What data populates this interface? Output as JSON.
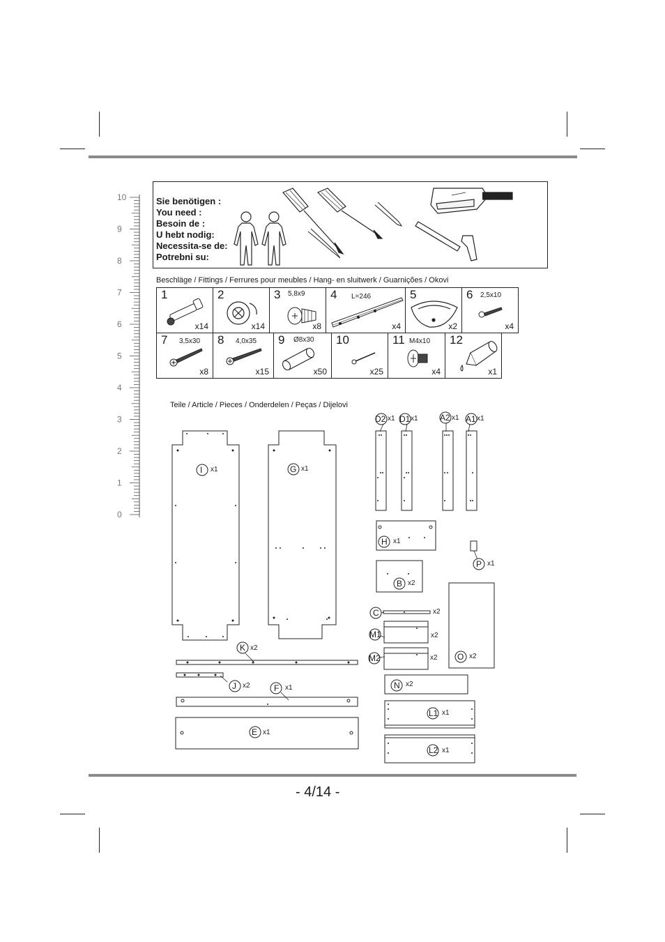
{
  "tools_heading": [
    "Sie benötigen :",
    "You need :",
    "Besoin de :",
    "U hebt nodig:",
    "Necessita-se de:",
    "Potrebni su:"
  ],
  "fittings_caption": "Beschläge / Fittings / Ferrures pour meubles / Hang- en sluitwerk / Guarnições / Okovi",
  "fittings": [
    {
      "num": "1",
      "spec": "",
      "qty": "x14",
      "icon": "cam-bolt-icon"
    },
    {
      "num": "2",
      "spec": "",
      "qty": "x14",
      "icon": "cam-lock-icon"
    },
    {
      "num": "3",
      "spec": "5,8x9",
      "qty": "x8",
      "icon": "euro-screw-icon"
    },
    {
      "num": "4",
      "spec": "L=246",
      "qty": "x4",
      "icon": "drawer-runner-icon"
    },
    {
      "num": "5",
      "spec": "",
      "qty": "x2",
      "icon": "cup-handle-icon"
    },
    {
      "num": "6",
      "spec": "2,5x10",
      "qty": "x4",
      "icon": "small-screw-icon"
    },
    {
      "num": "7",
      "spec": "3,5x30",
      "qty": "x8",
      "icon": "screw-icon"
    },
    {
      "num": "8",
      "spec": "4,0x35",
      "qty": "x15",
      "icon": "screw-icon"
    },
    {
      "num": "9",
      "spec": "Ø8x30",
      "qty": "x50",
      "icon": "wooden-dowel-icon"
    },
    {
      "num": "10",
      "spec": "",
      "qty": "x25",
      "icon": "nail-icon"
    },
    {
      "num": "11",
      "spec": "M4x10",
      "qty": "x4",
      "icon": "machine-screw-icon"
    },
    {
      "num": "12",
      "spec": "",
      "qty": "x1",
      "icon": "glue-bottle-icon"
    }
  ],
  "parts_caption": "Teile / Article / Pieces / Onderdelen / Peças / Dijelovi",
  "parts": {
    "I": {
      "label": "I",
      "qty": "x1"
    },
    "G": {
      "label": "G",
      "qty": "x1"
    },
    "D2": {
      "label": "D2",
      "qty": "x1"
    },
    "D1": {
      "label": "D1",
      "qty": "x1"
    },
    "A2": {
      "label": "A2",
      "qty": "x1"
    },
    "A1": {
      "label": "A1",
      "qty": "x1"
    },
    "H": {
      "label": "H",
      "qty": "x1"
    },
    "P": {
      "label": "P",
      "qty": "x1"
    },
    "B": {
      "label": "B",
      "qty": "x2"
    },
    "C": {
      "label": "C",
      "qty": "x2"
    },
    "M1": {
      "label": "M1",
      "qty": "x2"
    },
    "M2": {
      "label": "M2",
      "qty": "x2"
    },
    "O": {
      "label": "O",
      "qty": "x2"
    },
    "N": {
      "label": "N",
      "qty": "x2"
    },
    "K": {
      "label": "K",
      "qty": "x2"
    },
    "J": {
      "label": "J",
      "qty": "x2"
    },
    "F": {
      "label": "F",
      "qty": "x1"
    },
    "E": {
      "label": "E",
      "qty": "x1"
    },
    "L1": {
      "label": "L1",
      "qty": "x1"
    },
    "L2": {
      "label": "L2",
      "qty": "x1"
    }
  },
  "ruler_labels": [
    "10",
    "9",
    "8",
    "7",
    "6",
    "5",
    "4",
    "3",
    "2",
    "1",
    "0"
  ],
  "page_number": "- 4/14 -"
}
